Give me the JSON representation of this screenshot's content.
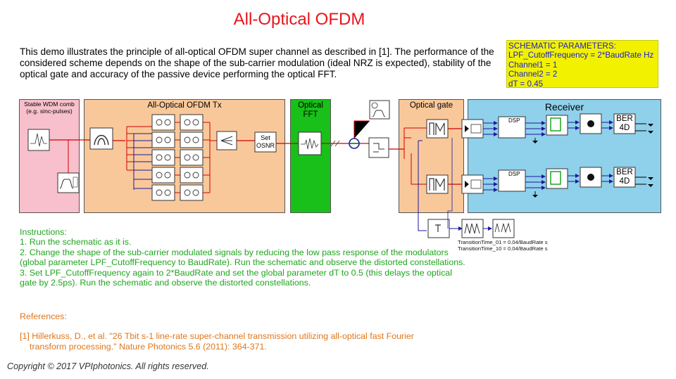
{
  "title": "All-Optical OFDM",
  "description": "This demo illustrates the principle of all-optical OFDM super channel as described in [1]. The performance of the considered scheme depends on the shape of the sub-carrier modulation (ideal NRZ is expected), stability of the optical gate and accuracy of the passive device performing the optical FFT.",
  "parameters": {
    "heading": "SCHEMATIC PARAMETERS:",
    "lines": [
      "LPF_CutoffFrequency = 2*BaudRate Hz",
      "Channel1 = 1",
      "Channel2 = 2",
      "dT = 0.45"
    ]
  },
  "panels": {
    "wdm_comb": {
      "label1": "Stable WDM comb",
      "label2": "(e.g. sinc-pulses)",
      "color": "#f8c0cc"
    },
    "tx": {
      "label": "All-Optical OFDM Tx",
      "color": "#f9c89a"
    },
    "fft": {
      "label1": "Optical",
      "label2": "FFT",
      "color": "#19c019"
    },
    "gate": {
      "label": "Optical gate",
      "color": "#f9c89a"
    },
    "receiver": {
      "label": "Receiver",
      "color": "#8fd0ea"
    }
  },
  "blocks": {
    "set_osnr": {
      "line1": "Set",
      "line2": "OSNR"
    },
    "dsp": "DSP",
    "ber": {
      "line1": "BER",
      "line2": "4D"
    }
  },
  "transition_labels": [
    "TransitionTime_01 = 0.04/BaudRate s",
    "TransitionTime_10 = 0.04/BaudRate s"
  ],
  "instructions": {
    "heading": "Instructions:",
    "items": [
      "1. Run the schematic as it is.",
      "2. Change the shape of the sub-carrier modulated signals by reducing the low pass response of the modulators (global parameter LPF_CutoffFrequency to BaudRate). Run the schematic and observe the distorted constellations.",
      "3. Set  LPF_CutoffFrequency again to 2*BaudRate and  set the global parameter dT to 0.5 (this delays the optical gate by 2.5ps). Run the schematic and observe the distorted constellations."
    ]
  },
  "references": {
    "heading": "References:",
    "line1": "[1] Hillerkuss, D., et al. \"26 Tbit s-1 line-rate super-channel transmission utilizing all-optical fast Fourier",
    "line2": "transform processing.\" Nature Photonics 5.6 (2011): 364-371."
  },
  "copyright": "Copyright © 2017 VPIphotonics. All rights reserved.",
  "colors": {
    "title": "#e8141c",
    "instructions": "#1fa51f",
    "references": "#e0761a",
    "wire": "#1a1aa0",
    "optical_wire": "#d00000"
  }
}
